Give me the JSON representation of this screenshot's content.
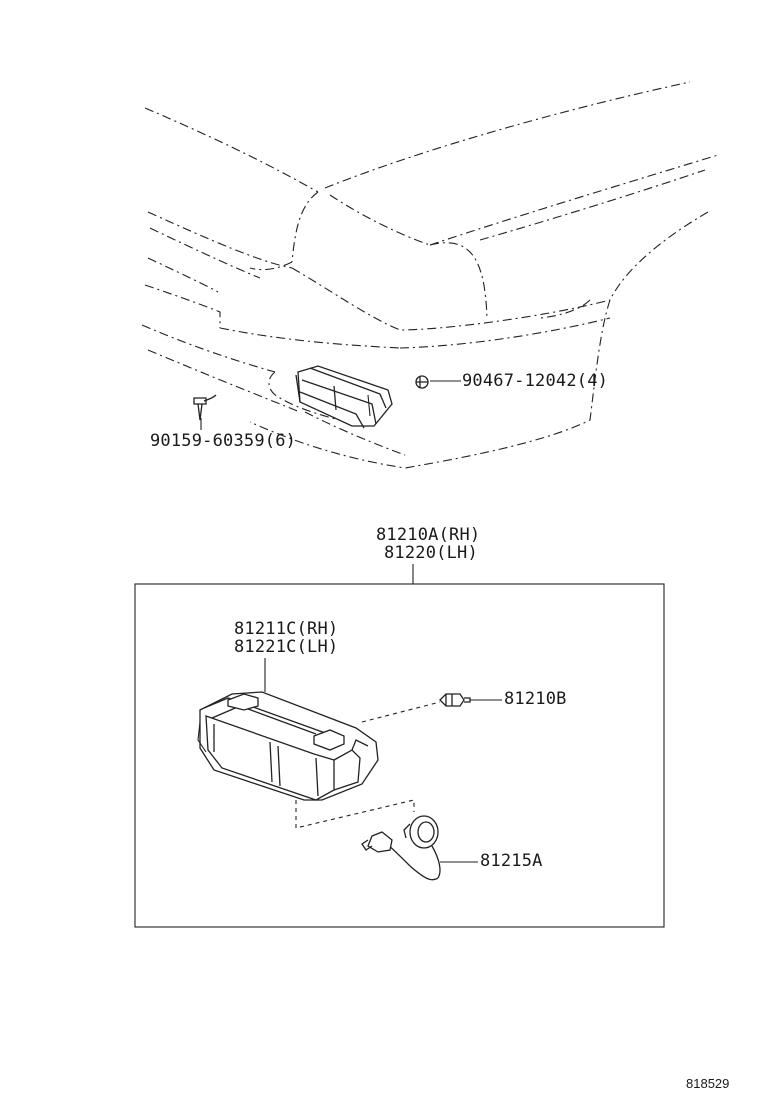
{
  "parts": {
    "nut": {
      "number": "90467-12042",
      "qty": "(4)"
    },
    "screw": {
      "number": "90159-60359",
      "qty": "(6)"
    },
    "lamp_assy_rh": "81210A(RH)",
    "lamp_assy_lh": "81220(LH)",
    "lens_rh": "81211C(RH)",
    "lens_lh": "81221C(LH)",
    "bulb": "81210B",
    "socket": "81215A"
  },
  "reference_number": "818529",
  "icons": {
    "car_body": "car-front-corner-drawing",
    "fog_lamp_installed": "fog-lamp-installed-drawing",
    "fog_lamp_detail": "fog-lamp-exploded-drawing",
    "bulb": "bulb-drawing",
    "socket": "socket-wire-drawing",
    "nut": "clip-nut-drawing",
    "screw": "screw-drawing"
  }
}
